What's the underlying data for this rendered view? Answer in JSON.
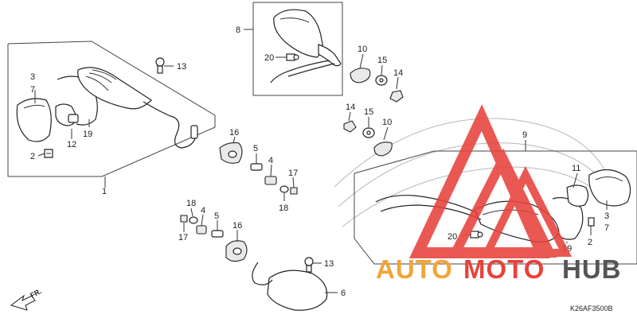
{
  "diagram": {
    "part_numbers": {
      "p1": "1",
      "p2a": "2",
      "p2b": "2",
      "p3a": "3",
      "p3b": "3",
      "p4a": "4",
      "p4b": "4",
      "p5a": "5",
      "p5b": "5",
      "p6": "6",
      "p7a": "7",
      "p7b": "7",
      "p8": "8",
      "p9": "9",
      "p10a": "10",
      "p10b": "10",
      "p11": "11",
      "p12": "12",
      "p13a": "13",
      "p13b": "13",
      "p14a": "14",
      "p14b": "14",
      "p15a": "15",
      "p15b": "15",
      "p16a": "16",
      "p16b": "16",
      "p17a": "17",
      "p17b": "17",
      "p18a": "18",
      "p18b": "18",
      "p19a": "19",
      "p19b": "19",
      "p20a": "20",
      "p20b": "20"
    },
    "direction_label": "FR.",
    "diagram_code": "K26AF3500B"
  },
  "watermark": {
    "brand_part1": "AUTO",
    "brand_part2": "MOTO",
    "brand_part3": "HUB",
    "color_red": "#e8423c",
    "color_orange": "#f2a43a",
    "color_grey": "#555555"
  }
}
